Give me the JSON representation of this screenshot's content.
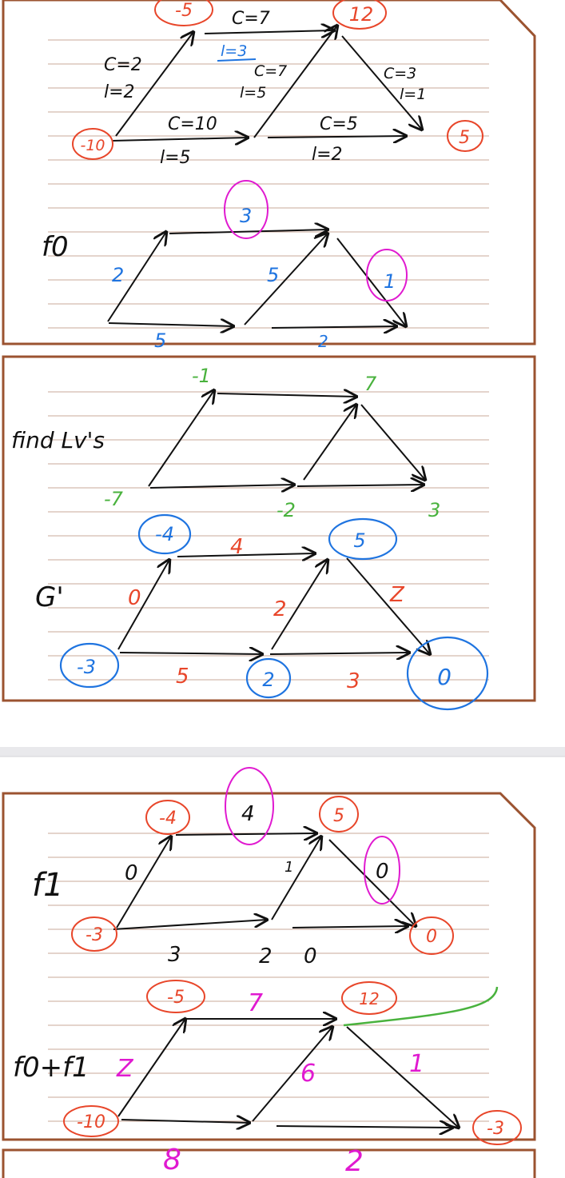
{
  "colors": {
    "ink": "#111111",
    "red": "#e8462a",
    "magenta": "#e01ad0",
    "blue": "#1f74e0",
    "green": "#49b23d",
    "frame": "#9b5330",
    "rule": "#c9a89a"
  },
  "panel1": {
    "nodes": [
      {
        "label": "-5",
        "color": "red",
        "circled": true
      },
      {
        "label": "12",
        "color": "red",
        "circled": true
      },
      {
        "label": "-10",
        "color": "red",
        "circled": true
      },
      {
        "label": "5",
        "color": "red",
        "circled": true
      }
    ],
    "edge_labels": [
      {
        "text": "C=7",
        "color": "ink"
      },
      {
        "text": "l=3",
        "color": "blue"
      },
      {
        "text": "C=2",
        "color": "ink"
      },
      {
        "text": "l=2",
        "color": "ink"
      },
      {
        "text": "C=7",
        "color": "ink"
      },
      {
        "text": "l=5",
        "color": "ink"
      },
      {
        "text": "C=3",
        "color": "ink"
      },
      {
        "text": "l=1",
        "color": "ink"
      },
      {
        "text": "C=10",
        "color": "ink"
      },
      {
        "text": "l=5",
        "color": "ink"
      },
      {
        "text": "C=5",
        "color": "ink"
      },
      {
        "text": "l=2",
        "color": "ink"
      }
    ],
    "f0_label": "f0",
    "f0_values": [
      {
        "text": "3",
        "color": "blue",
        "circled": true
      },
      {
        "text": "2",
        "color": "blue"
      },
      {
        "text": "5",
        "color": "blue"
      },
      {
        "text": "1",
        "color": "blue",
        "circled": true
      },
      {
        "text": "5",
        "color": "blue"
      },
      {
        "text": "2",
        "color": "blue"
      }
    ]
  },
  "panel2": {
    "find_label": "find Lv's",
    "potentials": [
      "-1",
      "7",
      "-7",
      "-2",
      "3"
    ],
    "g_label": "G'",
    "g_nodes": [
      "-4",
      "5",
      "-3",
      "2",
      "0"
    ],
    "g_edges": [
      "4",
      "0",
      "2",
      "Z",
      "5",
      "3"
    ]
  },
  "panel3": {
    "f1_label": "f1",
    "f1_nodes": [
      "-4",
      "5",
      "-3",
      "0"
    ],
    "f1_edges": [
      "4",
      "0",
      "1",
      "0",
      "3",
      "2",
      "0"
    ],
    "sum_label": "f0+f1",
    "sum_nodes": [
      "-5",
      "12",
      "-10",
      "-3"
    ],
    "sum_edges": [
      "7",
      "Z",
      "6",
      "1",
      "8",
      "2"
    ]
  }
}
